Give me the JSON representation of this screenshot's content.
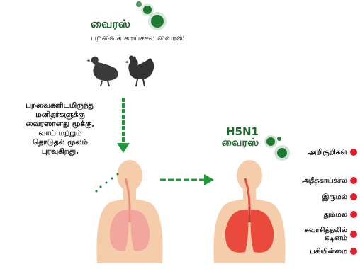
{
  "virus_label": "வைரஸ்",
  "bird_flu_label": "பறவைக் காய்ச்சல் வைரஸ்",
  "transmission_text": [
    "பறவைகளிடமிருந்து",
    "மனிதர்களுக்கு",
    "வைரஸானது மூக்கு,",
    "வாய் மற்றும்",
    "தொடுதல் மூலம்",
    "புரவுகிறது."
  ],
  "h5n1_label": "H5N1",
  "h5n1_virus_label": "வைரஸ்",
  "symptoms_title": "அறிகுறிகள்",
  "symptoms": [
    "அதீதகாய்ச்சல்",
    "இருமல்",
    "தும்மல்",
    "சுவாசித்தலில் கடினம்",
    "பசியின்மை"
  ],
  "colors": {
    "virus_green": "#1e7a34",
    "arrow_green": "#1f9a3a",
    "dot_red": "#e1222c",
    "skin": "#f6cdaa",
    "lung_pink": "#f2a79e",
    "lung_red": "#ea4a3c"
  }
}
